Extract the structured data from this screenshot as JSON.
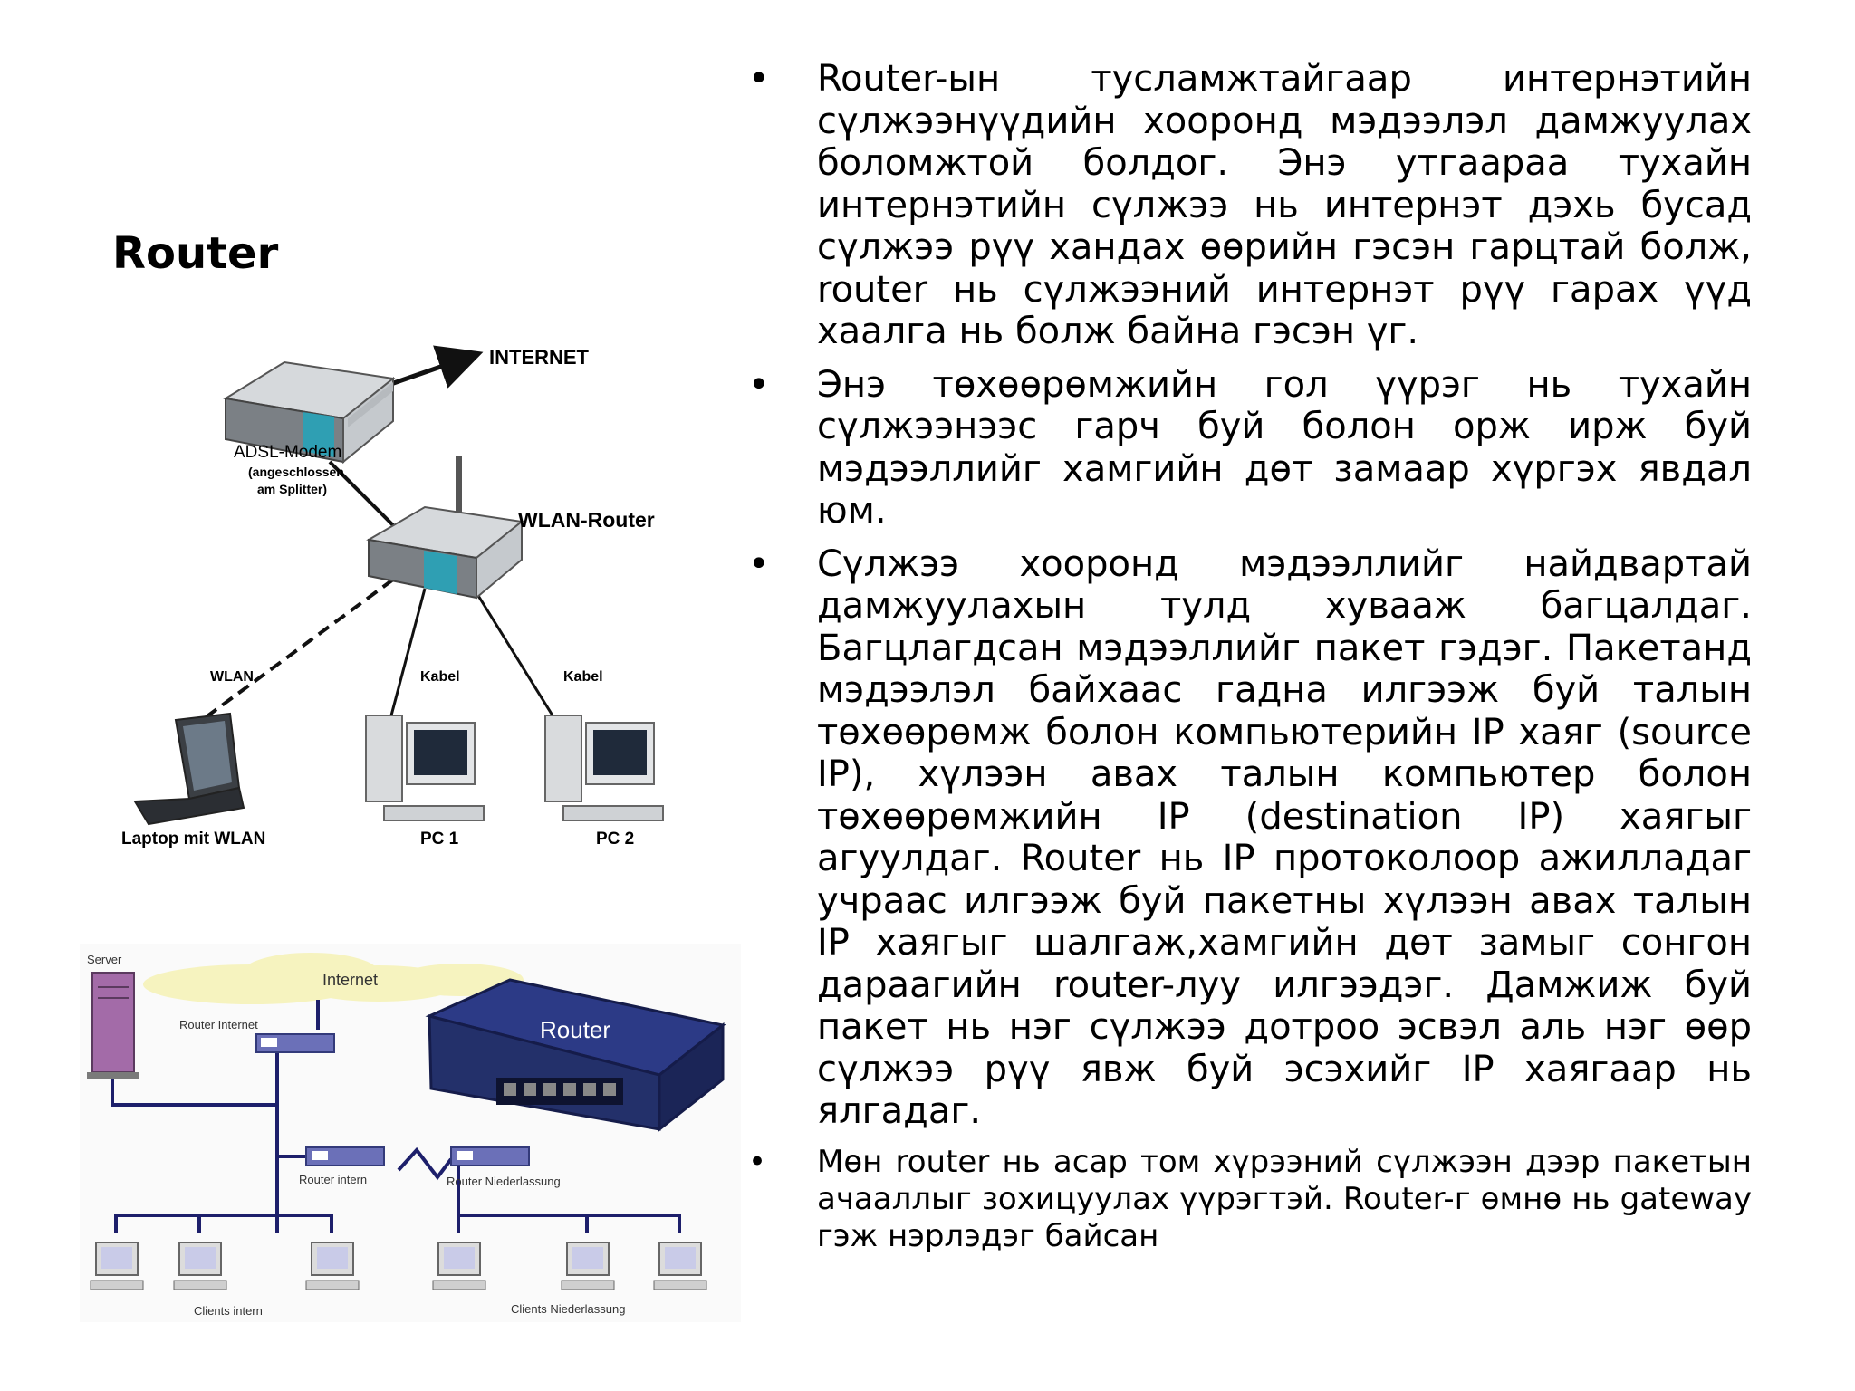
{
  "title": "Router",
  "bullets": [
    "Router-ын тусламжтайгаар интернэтийн сүлжээнүүдийн хооронд мэдээлэл дамжуулах боломжтой болдог. Энэ утгаараа тухайн интернэтийн сүлжээ нь интернэт дэхь бусад сүлжээ рүү хандах өөрийн гэсэн гарцтай болж, router нь сүлжээний интернэт рүү гарах үүд хаалга нь болж байна гэсэн үг.",
    "Энэ төхөөрөмжийн гол үүрэг нь тухайн сүлжээнээс гарч буй болон орж ирж буй мэдээллийг хамгийн дөт замаар хүргэх явдал юм.",
    "Сүлжээ хооронд мэдээллийг найдвартай дамжуулахын тулд хувааж багцалдаг. Багцлагдсан мэдээллийг пакет гэдэг. Пакетанд мэдээлэл байхаас гадна илгээж буй талын төхөөрөмж болон компьютерийн IP хаяг (source IP), хүлээн авах талын компьютер болон төхөөрөмжийн IP (destination IP) хаягыг агуулдаг. Router нь IP протоколоор ажилладаг учраас илгээж буй пакетны хүлээн авах талын IP хаягыг шалгаж,хамгийн дөт замыг сонгон дараагийн router-луу илгээдэг. Дамжиж буй пакет нь нэг сүлжээ дотроо эсвэл аль нэг өөр сүлжээ рүү явж буй эсэхийг IP хаягаар нь ялгадаг.",
    "Мөн router нь асар том хүрээний сүлжээн дээр пакетын ачааллыг зохицуулах үүрэгтэй. Router-г өмнө нь gateway гэж нэрлэдэг байсан"
  ],
  "diagram1": {
    "internet": "INTERNET",
    "modem": "ADSL-Modem",
    "modem_note1": "(angeschlossen",
    "modem_note2": "am Splitter)",
    "router": "WLAN-Router",
    "wlan": "WLAN",
    "kabel1": "Kabel",
    "kabel2": "Kabel",
    "laptop": "Laptop mit WLAN",
    "pc1": "PC 1",
    "pc2": "PC 2"
  },
  "diagram2": {
    "server": "Server",
    "internet": "Internet",
    "router_internet": "Router Internet",
    "router_intern": "Router intern",
    "router_niederlassung": "Router Niederlassung",
    "router_box": "Router",
    "clients_intern": "Clients intern",
    "clients_niederlassung": "Clients Niederlassung"
  },
  "colors": {
    "device_gray": "#a9adb1",
    "device_teal": "#2f9fb3",
    "router_blue": "#23306a",
    "line_navy": "#1d1f6b",
    "cloud": "#f6f3bf",
    "server_purple": "#a36ba8"
  }
}
